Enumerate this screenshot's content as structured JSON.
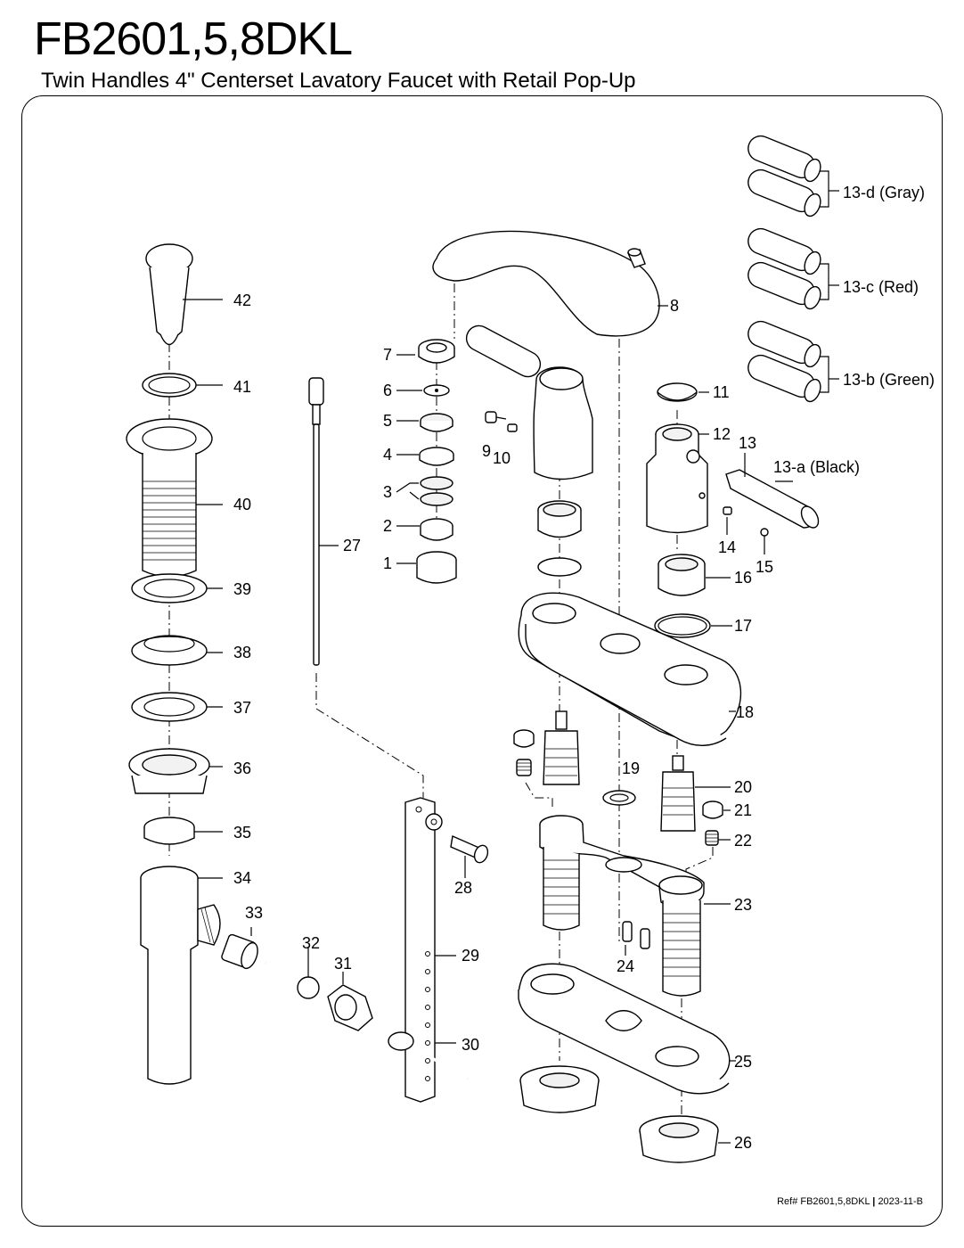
{
  "header": {
    "title": "FB2601,5,8DKL",
    "subtitle": "Twin Handles 4\" Centerset Lavatory Faucet with Retail Pop-Up"
  },
  "footer": {
    "ref": "Ref# FB2601,5,8DKL",
    "separator": "|",
    "version": "2023-11-B"
  },
  "labels": {
    "p1": "1",
    "p2": "2",
    "p3": "3",
    "p4": "4",
    "p5": "5",
    "p6": "6",
    "p7": "7",
    "p8": "8",
    "p9": "9",
    "p10": "10",
    "p11": "11",
    "p12": "12",
    "p13": "13",
    "p13a": "13-a (Black)",
    "p13b": "13-b (Green)",
    "p13c": "13-c (Red)",
    "p13d": "13-d (Gray)",
    "p14": "14",
    "p15": "15",
    "p16": "16",
    "p17": "17",
    "p18": "18",
    "p19": "19",
    "p20": "20",
    "p21": "21",
    "p22": "22",
    "p23": "23",
    "p24": "24",
    "p25": "25",
    "p26": "26",
    "p27": "27",
    "p28": "28",
    "p29": "29",
    "p30": "30",
    "p31": "31",
    "p32": "32",
    "p33": "33",
    "p34": "34",
    "p35": "35",
    "p36": "36",
    "p37": "37",
    "p38": "38",
    "p39": "39",
    "p40": "40",
    "p41": "41",
    "p42": "42"
  }
}
